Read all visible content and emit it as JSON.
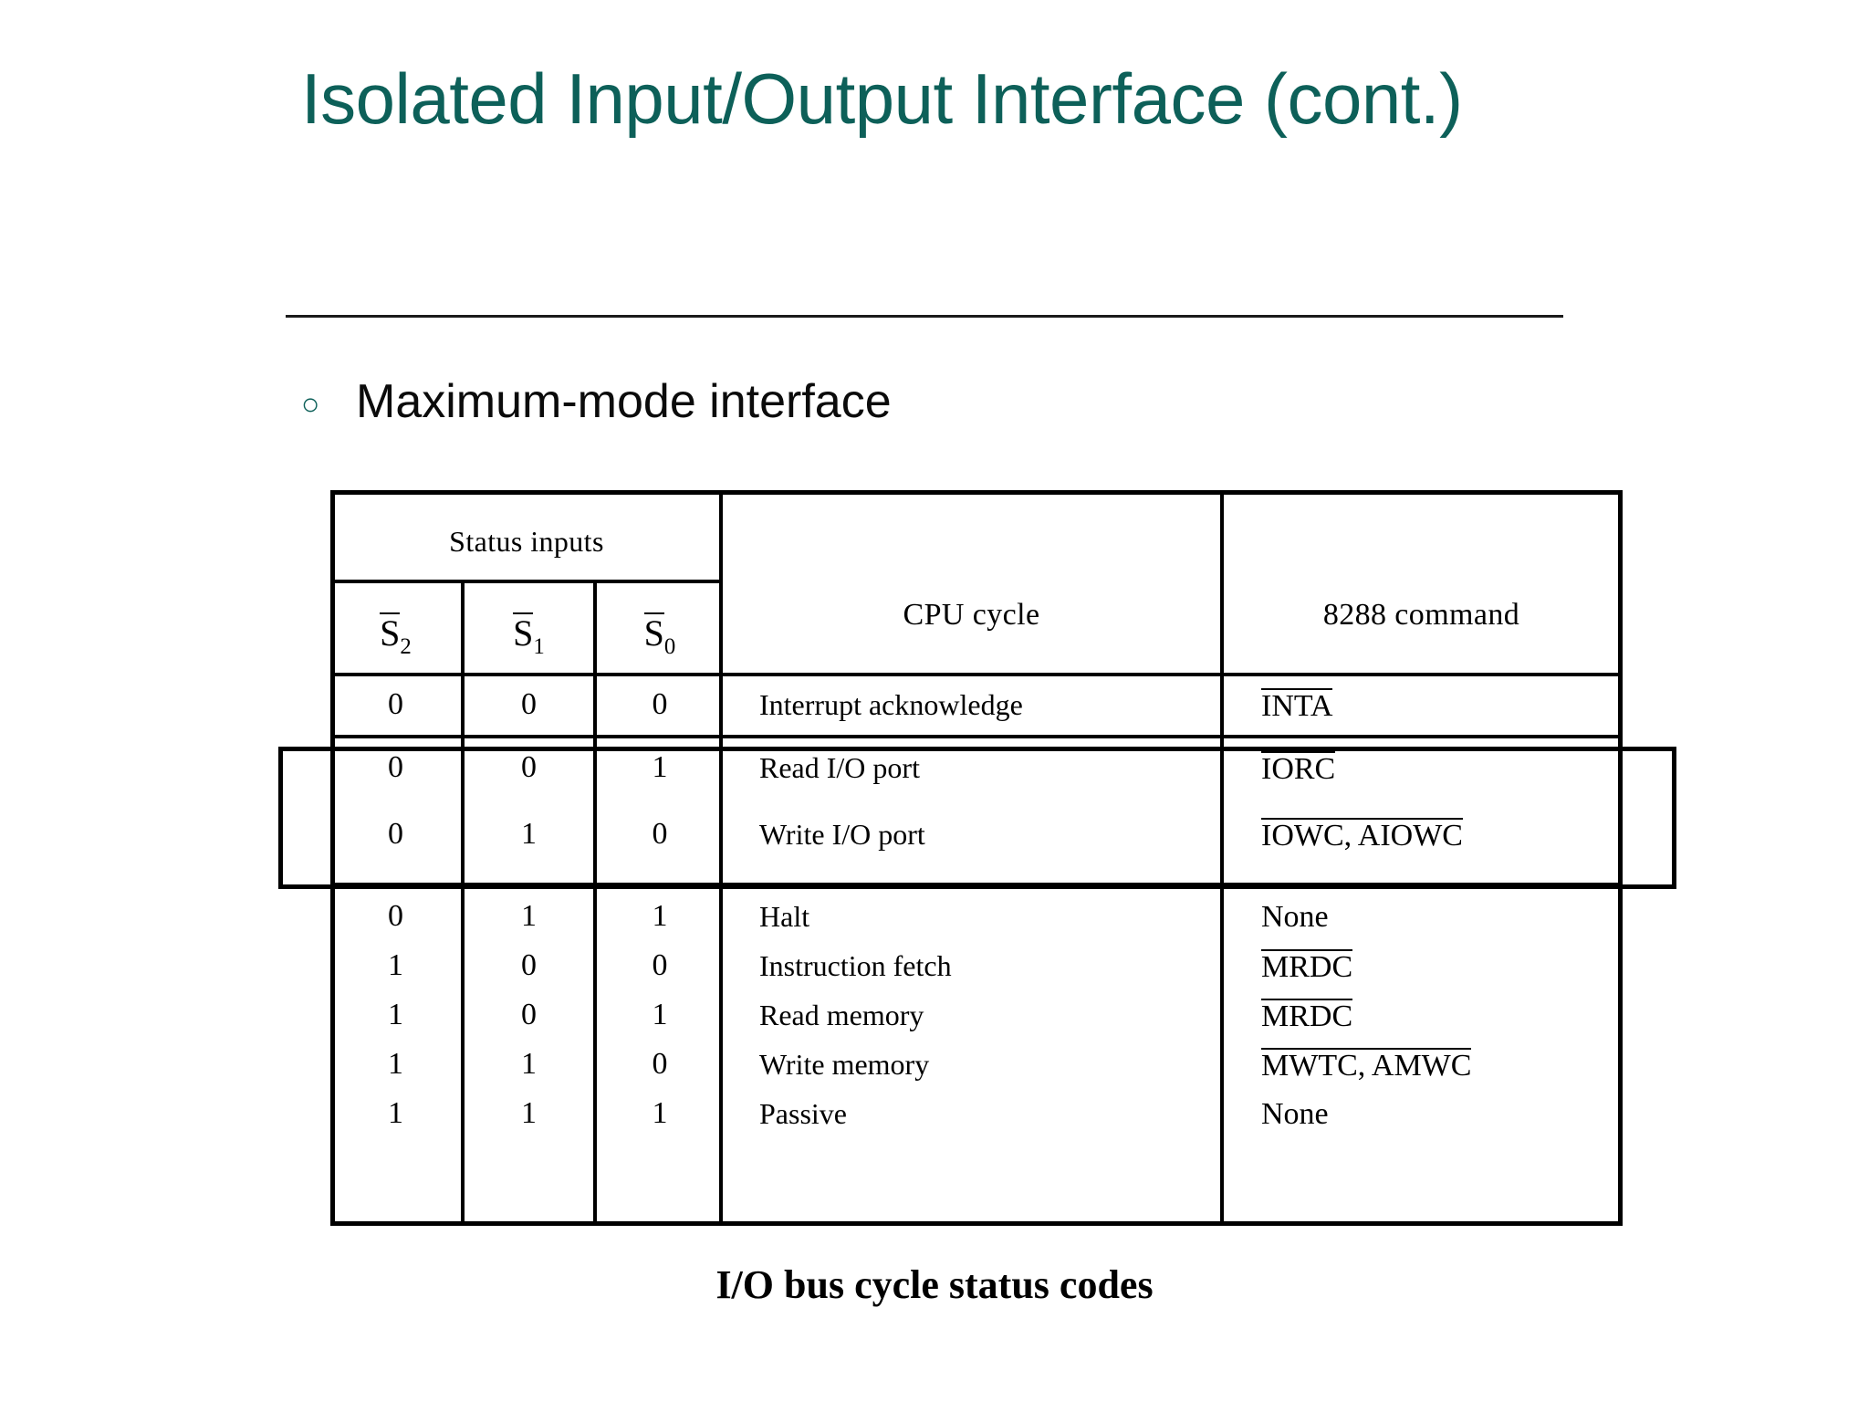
{
  "slide": {
    "title": "Isolated Input/Output Interface (cont.)",
    "bullet_marker": "circle-outline-bullet",
    "bullet_text": "Maximum-mode interface",
    "title_color": "#0d6059",
    "rule_color": "#1a1a1a"
  },
  "figure": {
    "caption": "I/O bus cycle status codes",
    "headers": {
      "status_inputs": "Status inputs",
      "s2": "S",
      "s2_sub": "2",
      "s1": "S",
      "s1_sub": "1",
      "s0": "S",
      "s0_sub": "0",
      "cpu_cycle": "CPU cycle",
      "command": "8288 command"
    },
    "rows": [
      {
        "s2": "0",
        "s1": "0",
        "s0": "0",
        "cycle": "Interrupt acknowledge",
        "command": "INTA",
        "overline": true
      },
      {
        "s2": "0",
        "s1": "0",
        "s0": "1",
        "cycle": "Read I/O port",
        "command": "IORC",
        "overline": true
      },
      {
        "s2": "0",
        "s1": "1",
        "s0": "0",
        "cycle": "Write I/O port",
        "command": "IOWC, AIOWC",
        "overline": true
      },
      {
        "s2": "0",
        "s1": "1",
        "s0": "1",
        "cycle": "Halt",
        "command": "None",
        "overline": false
      },
      {
        "s2": "1",
        "s1": "0",
        "s0": "0",
        "cycle": "Instruction fetch",
        "command": "MRDC",
        "overline": true
      },
      {
        "s2": "1",
        "s1": "0",
        "s0": "1",
        "cycle": "Read memory",
        "command": "MRDC",
        "overline": true
      },
      {
        "s2": "1",
        "s1": "1",
        "s0": "0",
        "cycle": "Write memory",
        "command": "MWTC, AMWC",
        "overline": true
      },
      {
        "s2": "1",
        "s1": "1",
        "s0": "1",
        "cycle": "Passive",
        "command": "None",
        "overline": false
      }
    ],
    "highlight": {
      "name": "io-rows-callout",
      "rows": [
        1,
        2
      ]
    }
  },
  "chart_data": {
    "type": "table",
    "title": "I/O bus cycle status codes",
    "columns": [
      "S2 (bar)",
      "S1 (bar)",
      "S0 (bar)",
      "CPU cycle",
      "8288 command"
    ],
    "rows": [
      [
        "0",
        "0",
        "0",
        "Interrupt acknowledge",
        "INTA"
      ],
      [
        "0",
        "0",
        "1",
        "Read I/O port",
        "IORC"
      ],
      [
        "0",
        "1",
        "0",
        "Write I/O port",
        "IOWC, AIOWC"
      ],
      [
        "0",
        "1",
        "1",
        "Halt",
        "None"
      ],
      [
        "1",
        "0",
        "0",
        "Instruction fetch",
        "MRDC"
      ],
      [
        "1",
        "0",
        "1",
        "Read memory",
        "MRDC"
      ],
      [
        "1",
        "1",
        "0",
        "Write memory",
        "MWTC, AMWC"
      ],
      [
        "1",
        "1",
        "1",
        "Passive",
        "None"
      ]
    ]
  }
}
